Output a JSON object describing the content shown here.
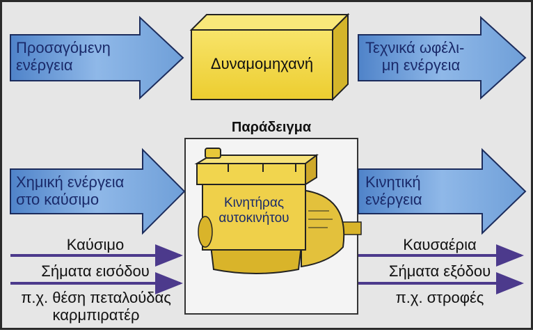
{
  "diagram": {
    "top_row": {
      "input_arrow": {
        "line1": "Προσαγόμενη",
        "line2": "ενέργεια"
      },
      "machine": "Δυναμομηχανή",
      "output_arrow": {
        "line1": "Τεχνικά ωφέλι-",
        "line2": "μη ενέργεια"
      }
    },
    "example_title": "Παράδειγμα",
    "bottom_row": {
      "input_arrow": {
        "line1": "Χημική ενέργεια",
        "line2": "στο καύσιμο"
      },
      "engine": {
        "line1": "Κινητήρας",
        "line2": "αυτοκινήτου"
      },
      "output_arrow": {
        "line1": "Κινητική",
        "line2": "ενέργεια"
      }
    },
    "left_lines": {
      "fuel": "Καύσιμο",
      "input_signals": "Σήματα εισόδου",
      "example_line1": "π.χ. θέση πεταλούδας",
      "example_line2": "καρμπιρατέρ"
    },
    "right_lines": {
      "exhaust": "Καυσαέρια",
      "output_signals": "Σήματα εξόδου",
      "example": "π.χ. στροφές"
    },
    "colors": {
      "arrow_fill": "#6f9fd8",
      "box_fill": "#f4dc4a",
      "line_color": "#4c3a8c"
    }
  }
}
